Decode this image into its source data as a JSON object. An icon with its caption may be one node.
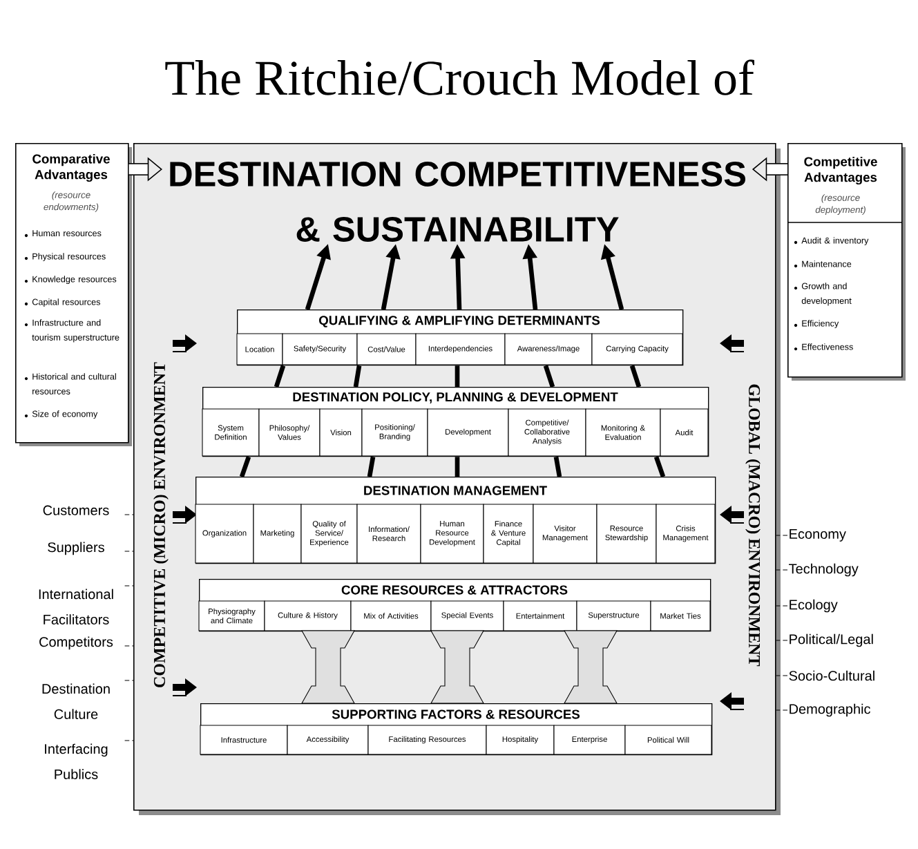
{
  "diagram": {
    "title": "The Ritchie/Crouch Model of",
    "nodes": [
      {
        "text": [
          "COMPETITIVE (MICRO) ENVIRONMENT",
          "GLOBAL (MACRO) ENVIRONMENT"
        ]
      },
      {
        "text": [
          "DESTINATION COMPETITIVENESS & SUSTAINABILITY"
        ],
        "in": 0
      },
      {
        "text": [
          "Comparative Advantages",
          "(resource endowments)",
          "Human resources",
          "Physical resources",
          "Knowledge resources",
          "Capital resources",
          "Infrastructure and tourism superstructure",
          "Historical and cultural resources",
          "Size of economy"
        ]
      },
      {
        "text": [
          "Competitive Advantages",
          "(resource deployment)",
          "Audit & inventory",
          "Maintenance",
          "Growth and development",
          "Efficiency",
          "Effectiveness"
        ]
      },
      {
        "text": [
          "QUALIFYING & AMPLIFYING DETERMINANTS"
        ],
        "in": 0
      },
      {
        "text": [
          "Location"
        ],
        "in": 4
      },
      {
        "text": [
          "Safety/Security"
        ],
        "in": 4
      },
      {
        "text": [
          "Cost/Value"
        ],
        "in": 4
      },
      {
        "text": [
          "Interdependencies"
        ],
        "in": 4
      },
      {
        "text": [
          "Awareness/Image"
        ],
        "in": 4
      },
      {
        "text": [
          "Carrying Capacity"
        ],
        "in": 4
      },
      {
        "text": [
          "DESTINATION POLICY, PLANNING & DEVELOPMENT"
        ],
        "in": 0
      },
      {
        "text": [
          "System Definition"
        ],
        "in": 11
      },
      {
        "text": [
          "Philosophy/ Values"
        ],
        "in": 11
      },
      {
        "text": [
          "Vision"
        ],
        "in": 11
      },
      {
        "text": [
          "Positioning/ Branding"
        ],
        "in": 11
      },
      {
        "text": [
          "Development"
        ],
        "in": 11
      },
      {
        "text": [
          "Competitive/ Collaborative Analysis"
        ],
        "in": 11
      },
      {
        "text": [
          "Monitoring & Evaluation"
        ],
        "in": 11
      },
      {
        "text": [
          "Audit"
        ],
        "in": 11
      },
      {
        "text": [
          "DESTINATION MANAGEMENT"
        ],
        "in": 0
      },
      {
        "text": [
          "Organization"
        ],
        "in": 20
      },
      {
        "text": [
          "Marketing"
        ],
        "in": 20
      },
      {
        "text": [
          "Quality of Service/ Experience"
        ],
        "in": 20
      },
      {
        "text": [
          "Information/ Research"
        ],
        "in": 20
      },
      {
        "text": [
          "Human Resource Development"
        ],
        "in": 20
      },
      {
        "text": [
          "Finance & Venture Capital"
        ],
        "in": 20
      },
      {
        "text": [
          "Visitor Management"
        ],
        "in": 20
      },
      {
        "text": [
          "Resource Stewardship"
        ],
        "in": 20
      },
      {
        "text": [
          "Crisis Management"
        ],
        "in": 20
      },
      {
        "text": [
          "CORE RESOURCES & ATTRACTORS"
        ],
        "in": 0
      },
      {
        "text": [
          "Physiography and Climate"
        ],
        "in": 30
      },
      {
        "text": [
          "Culture & History"
        ],
        "in": 30
      },
      {
        "text": [
          "Mix of Activities"
        ],
        "in": 30
      },
      {
        "text": [
          "Special Events"
        ],
        "in": 30
      },
      {
        "text": [
          "Entertainment"
        ],
        "in": 30
      },
      {
        "text": [
          "Superstructure"
        ],
        "in": 30
      },
      {
        "text": [
          "Market Ties"
        ],
        "in": 30
      },
      {
        "text": [
          "SUPPORTING FACTORS & RESOURCES"
        ],
        "in": 0
      },
      {
        "text": [
          "Infrastructure"
        ],
        "in": 38
      },
      {
        "text": [
          "Accessibility"
        ],
        "in": 38
      },
      {
        "text": [
          "Facilitating Resources"
        ],
        "in": 38
      },
      {
        "text": [
          "Hospitality"
        ],
        "in": 38
      },
      {
        "text": [
          "Enterprise"
        ],
        "in": 38
      },
      {
        "text": [
          "Political Will"
        ],
        "in": 38
      },
      {
        "text": [
          "Customers"
        ]
      },
      {
        "text": [
          "Suppliers"
        ]
      },
      {
        "text": [
          "International Facilitators"
        ]
      },
      {
        "text": [
          "Competitors"
        ]
      },
      {
        "text": [
          "Destination Culture"
        ]
      },
      {
        "text": [
          "Interfacing Publics"
        ]
      },
      {
        "text": [
          "Economy"
        ]
      },
      {
        "text": [
          "Technology"
        ]
      },
      {
        "text": [
          "Ecology"
        ]
      },
      {
        "text": [
          "Political/Legal"
        ]
      },
      {
        "text": [
          "Socio-Cultural"
        ]
      },
      {
        "text": [
          "Demographic"
        ]
      }
    ],
    "edges": [
      {
        "from": 2,
        "to": 1,
        "arrow": "to",
        "style": "thick"
      },
      {
        "from": 3,
        "to": 1,
        "arrow": "to",
        "style": "thick"
      },
      {
        "from": 4,
        "to": 1,
        "arrow": "to"
      },
      {
        "from": 4,
        "to": 1,
        "arrow": "to"
      },
      {
        "from": 4,
        "to": 1,
        "arrow": "to"
      },
      {
        "from": 4,
        "to": 1,
        "arrow": "to"
      },
      {
        "from": 4,
        "to": 1,
        "arrow": "to"
      },
      {
        "from": 4,
        "to": 11,
        "arrow": "none"
      },
      {
        "from": 4,
        "to": 11,
        "arrow": "none"
      },
      {
        "from": 4,
        "to": 11,
        "arrow": "none"
      },
      {
        "from": 4,
        "to": 11,
        "arrow": "none"
      },
      {
        "from": 4,
        "to": 11,
        "arrow": "none"
      },
      {
        "from": 11,
        "to": 20,
        "arrow": "none"
      },
      {
        "from": 11,
        "to": 20,
        "arrow": "none"
      },
      {
        "from": 11,
        "to": 20,
        "arrow": "none"
      },
      {
        "from": 11,
        "to": 20,
        "arrow": "none"
      },
      {
        "from": 11,
        "to": 20,
        "arrow": "none"
      },
      {
        "from": 45,
        "to": 0,
        "arrow": "none",
        "style": "dashed"
      },
      {
        "from": 46,
        "to": 0,
        "arrow": "none",
        "style": "dashed"
      },
      {
        "from": 47,
        "to": 0,
        "arrow": "none",
        "style": "dashed"
      },
      {
        "from": 48,
        "to": 0,
        "arrow": "none",
        "style": "dashed"
      },
      {
        "from": 49,
        "to": 0,
        "arrow": "none",
        "style": "dashed"
      },
      {
        "from": 50,
        "to": 0,
        "arrow": "none",
        "style": "dashed"
      },
      {
        "from": 51,
        "to": 0,
        "arrow": "none",
        "style": "dashed"
      },
      {
        "from": 52,
        "to": 0,
        "arrow": "none",
        "style": "dashed"
      },
      {
        "from": 53,
        "to": 0,
        "arrow": "none",
        "style": "dashed"
      },
      {
        "from": 54,
        "to": 0,
        "arrow": "none",
        "style": "dashed"
      },
      {
        "from": 55,
        "to": 0,
        "arrow": "none",
        "style": "dashed"
      },
      {
        "from": 56,
        "to": 0,
        "arrow": "none",
        "style": "dashed"
      }
    ]
  }
}
